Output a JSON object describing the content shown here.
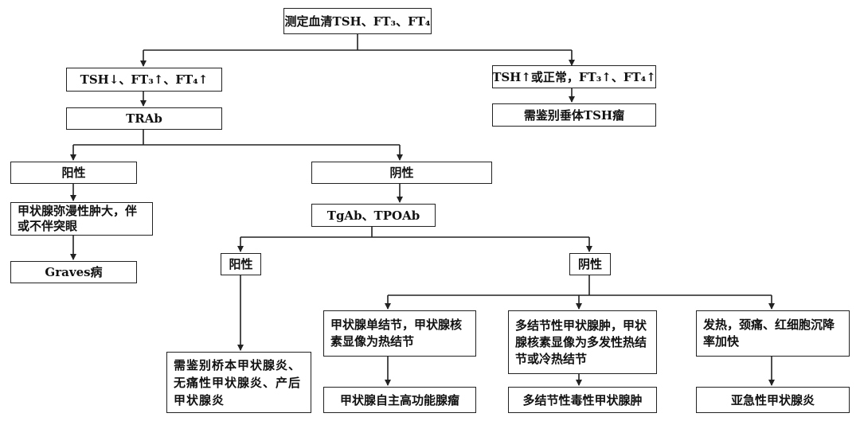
{
  "nodes": {
    "root": "测定血清TSH、FT₃、FT₄",
    "left_condition": "TSH↓、FT₃↑、FT₄↑",
    "right_condition": "TSH↑或正常，FT₃↑、FT₄↑",
    "trab": "TRAb",
    "pituitary": "需鉴别垂体TSH瘤",
    "trab_positive": "阳性",
    "trab_negative": "阴性",
    "diffuse_goiter": "甲状腺弥漫性肿大，伴或不伴突眼",
    "graves": "Graves病",
    "tgab_tpoab": "TgAb、TPOAb",
    "ab_positive": "阳性",
    "ab_negative": "阴性",
    "hashimoto": "需鉴别桥本甲状腺炎、无痛性甲状腺炎、产后甲状腺炎",
    "single_nodule": "甲状腺单结节，甲状腺核素显像为热结节",
    "multi_nodule": "多结节性甲状腺肿，甲状腺核素显像为多发性热结节或冷热结节",
    "fever": "发热，颈痛、红细胞沉降率加快",
    "adenoma": "甲状腺自主高功能腺瘤",
    "toxic_goiter": "多结节性毒性甲状腺肿",
    "subacute": "亚急性甲状腺炎"
  }
}
